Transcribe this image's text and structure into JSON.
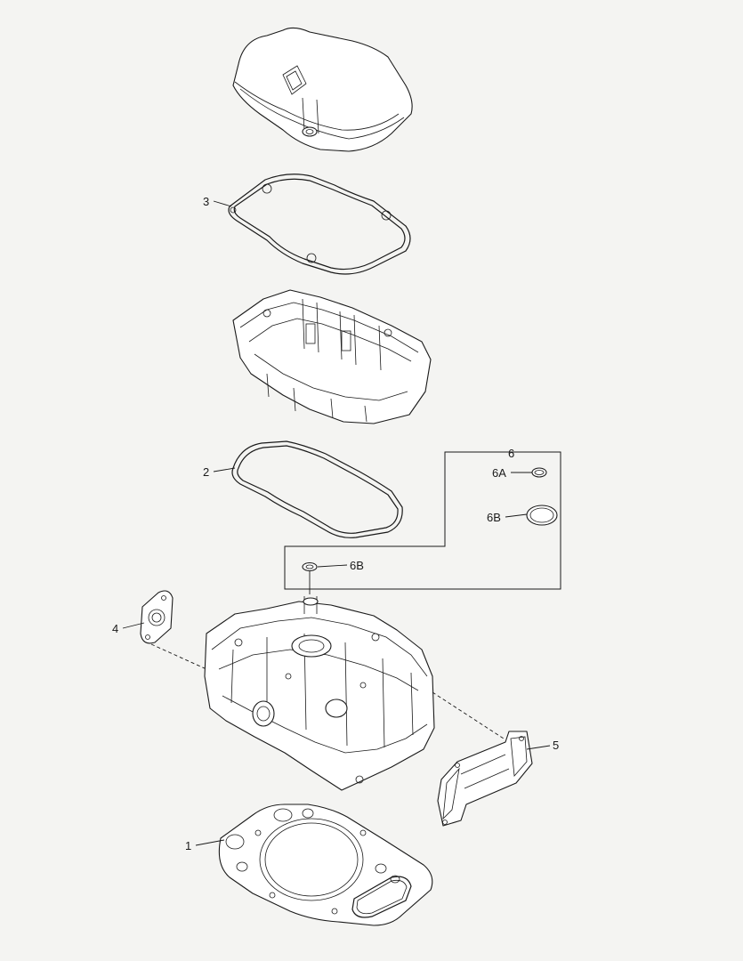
{
  "callouts": {
    "c1": "1",
    "c2": "2",
    "c3": "3",
    "c4": "4",
    "c5": "5",
    "c6": "6",
    "c6a": "6A",
    "c6b_ring": "6B",
    "c6b_seal": "6B"
  },
  "colors": {
    "background": "#f4f4f2",
    "line": "#1a1a1a"
  }
}
